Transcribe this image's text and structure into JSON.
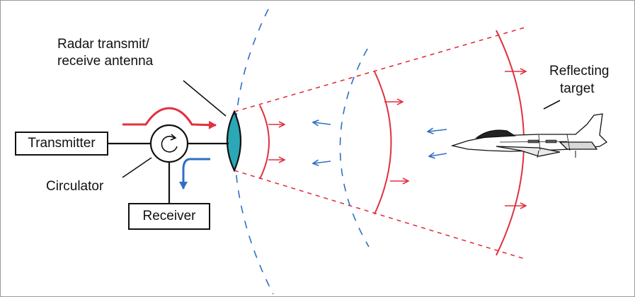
{
  "labels": {
    "antenna_line1": "Radar transmit/",
    "antenna_line2": "receive antenna",
    "transmitter": "Transmitter",
    "circulator": "Circulator",
    "receiver": "Receiver",
    "target_line1": "Reflecting",
    "target_line2": "target"
  },
  "colors": {
    "transmit_wave": "#e0313f",
    "return_wave": "#2f6fc4",
    "antenna_fill": "#2ba7b5",
    "ink": "#111111"
  }
}
